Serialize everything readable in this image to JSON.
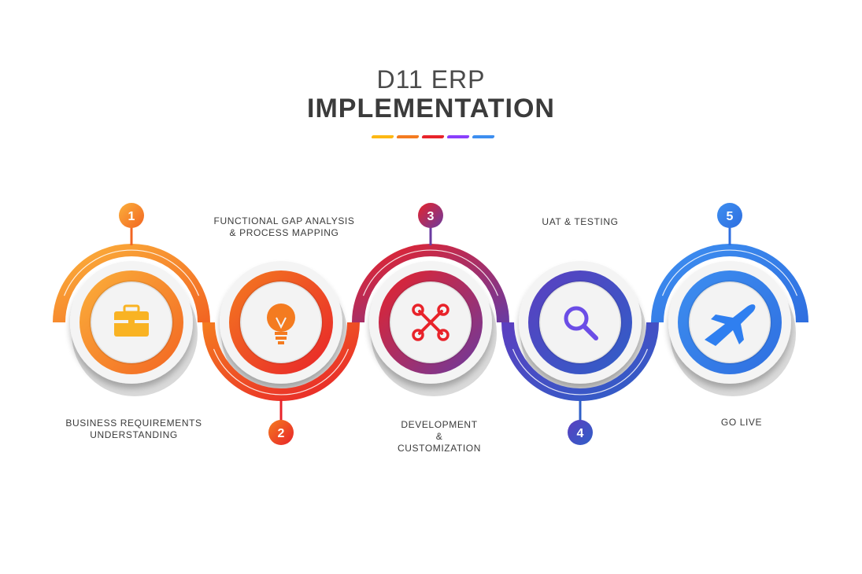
{
  "title": {
    "line1": "D11 ERP",
    "line2": "IMPLEMENTATION"
  },
  "colors": {
    "underline": [
      "#fdb813",
      "#f47b20",
      "#e8232a",
      "#8a3ffc",
      "#3d8ef0"
    ]
  },
  "steps": [
    {
      "number": "1",
      "label": "BUSINESS REQUIREMENTS\nUNDERSTANDING",
      "icon": "briefcase-icon",
      "color_a": "#fbb03b",
      "color_b": "#f26522",
      "icon_color": "#f9b323"
    },
    {
      "number": "2",
      "label": "FUNCTIONAL GAP ANALYSIS\n& PROCESS MAPPING",
      "icon": "lightbulb-icon",
      "color_a": "#f47b20",
      "color_b": "#e8232a",
      "icon_color": "#f47b20"
    },
    {
      "number": "3",
      "label": "DEVELOPMENT\n&\nCUSTOMIZATION",
      "icon": "tools-icon",
      "color_a": "#e8232a",
      "color_b": "#6a3aa0",
      "icon_color": "#e8232a"
    },
    {
      "number": "4",
      "label": "UAT & TESTING",
      "icon": "magnifier-icon",
      "color_a": "#5b3fc0",
      "color_b": "#2f5fc8",
      "icon_color": "#6b4de6"
    },
    {
      "number": "5",
      "label": "GO LIVE",
      "icon": "airplane-icon",
      "color_a": "#3d8ef0",
      "color_b": "#2f6fe0",
      "icon_color": "#2f7ff0"
    }
  ]
}
